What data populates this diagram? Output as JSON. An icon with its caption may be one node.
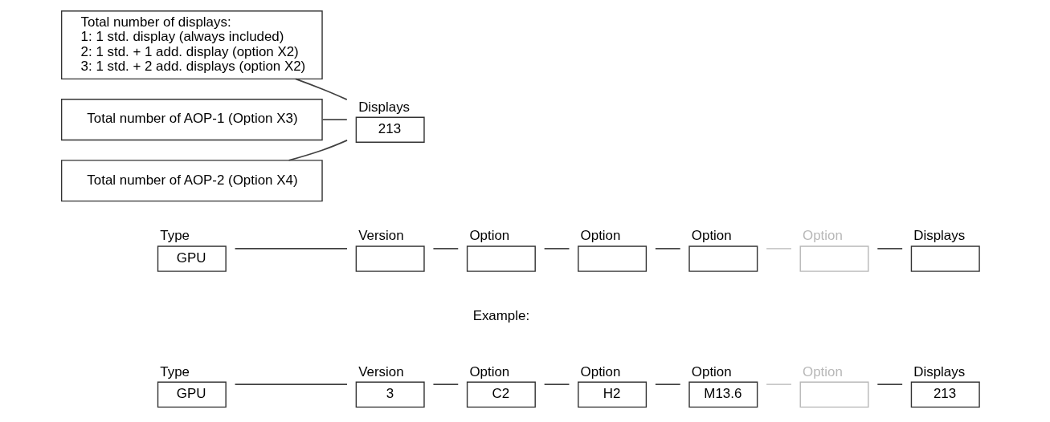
{
  "diagram": {
    "nodes": [
      {
        "text": [
          "Type",
          "GPU"
        ]
      },
      {
        "text": [
          "Version"
        ]
      },
      {
        "text": [
          "Option"
        ]
      },
      {
        "text": [
          "Option"
        ]
      },
      {
        "text": [
          "Option"
        ]
      },
      {
        "text": [
          "Option"
        ]
      },
      {
        "text": [
          "Displays"
        ]
      },
      {
        "text": [
          "Type",
          "GPU"
        ]
      },
      {
        "text": [
          "Version",
          "3"
        ]
      },
      {
        "text": [
          "Option",
          "C2"
        ]
      },
      {
        "text": [
          "Option",
          "H2"
        ]
      },
      {
        "text": [
          "Option",
          "M13.6"
        ]
      },
      {
        "text": [
          "Option"
        ]
      },
      {
        "text": [
          "Displays",
          "213"
        ]
      },
      {
        "text": [
          "Displays",
          "213"
        ]
      },
      {
        "text": [
          "Total number of displays:",
          "1: 1 std. display (always included)",
          "2: 1 std. + 1 add. display (option X2)",
          "3: 1 std. + 2 add. displays (option X2)"
        ]
      },
      {
        "text": [
          "Total number of AOP-1 (Option X3)"
        ]
      },
      {
        "text": [
          "Total number of AOP-2 (Option X4)"
        ]
      }
    ],
    "edges": [
      {
        "from": 0,
        "to": 1,
        "arrow": "none"
      },
      {
        "from": 1,
        "to": 2,
        "arrow": "none"
      },
      {
        "from": 2,
        "to": 3,
        "arrow": "none"
      },
      {
        "from": 3,
        "to": 4,
        "arrow": "none"
      },
      {
        "from": 4,
        "to": 5,
        "arrow": "none",
        "color": "#c8c8c8"
      },
      {
        "from": 5,
        "to": 6,
        "arrow": "none"
      },
      {
        "from": 7,
        "to": 8,
        "arrow": "none"
      },
      {
        "from": 8,
        "to": 9,
        "arrow": "none"
      },
      {
        "from": 9,
        "to": 10,
        "arrow": "none"
      },
      {
        "from": 10,
        "to": 11,
        "arrow": "none"
      },
      {
        "from": 11,
        "to": 12,
        "arrow": "none",
        "color": "#c8c8c8"
      },
      {
        "from": 12,
        "to": 13,
        "arrow": "none"
      },
      {
        "from": 15,
        "to": 14,
        "arrow": "none"
      },
      {
        "from": 16,
        "to": 14,
        "arrow": "none"
      },
      {
        "from": 17,
        "to": 14,
        "arrow": "none"
      }
    ],
    "labels": [
      "Example:"
    ]
  }
}
